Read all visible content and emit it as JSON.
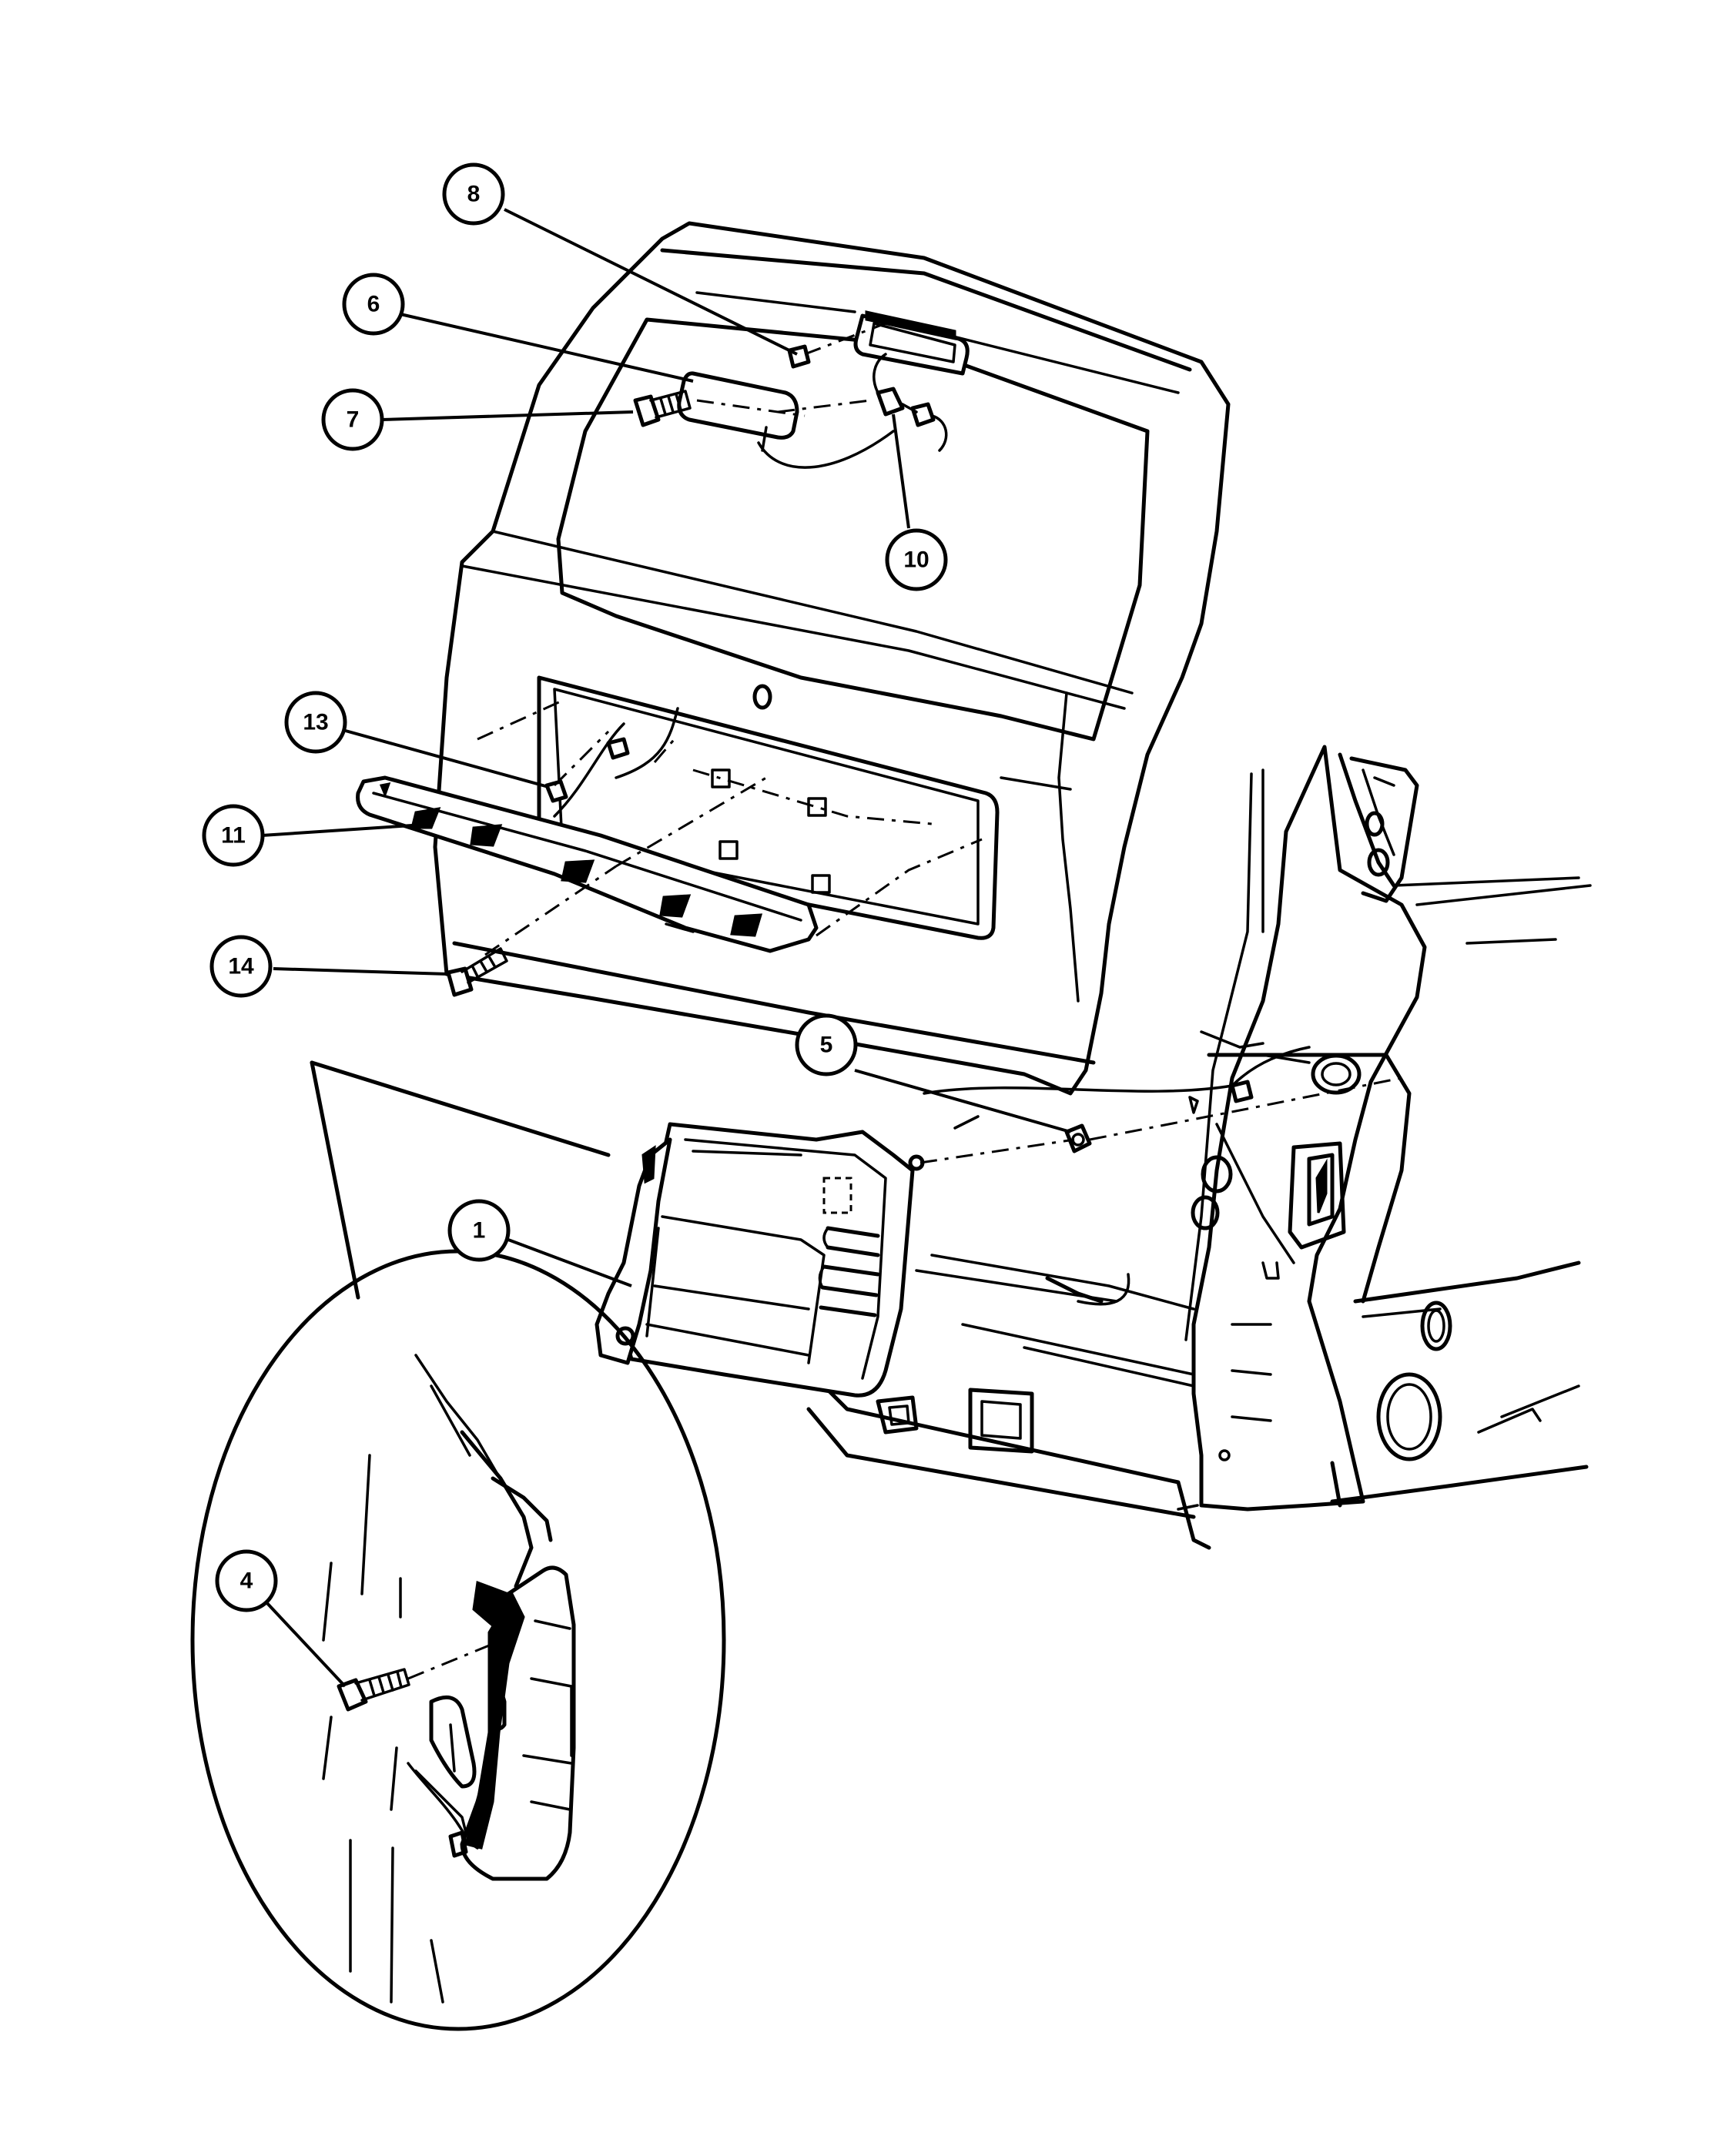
{
  "callouts": [
    {
      "id": "8",
      "label": "8"
    },
    {
      "id": "6",
      "label": "6"
    },
    {
      "id": "7",
      "label": "7"
    },
    {
      "id": "10",
      "label": "10"
    },
    {
      "id": "13",
      "label": "13"
    },
    {
      "id": "11",
      "label": "11"
    },
    {
      "id": "14",
      "label": "14"
    },
    {
      "id": "5",
      "label": "5"
    },
    {
      "id": "1",
      "label": "1"
    },
    {
      "id": "4",
      "label": "4"
    }
  ]
}
